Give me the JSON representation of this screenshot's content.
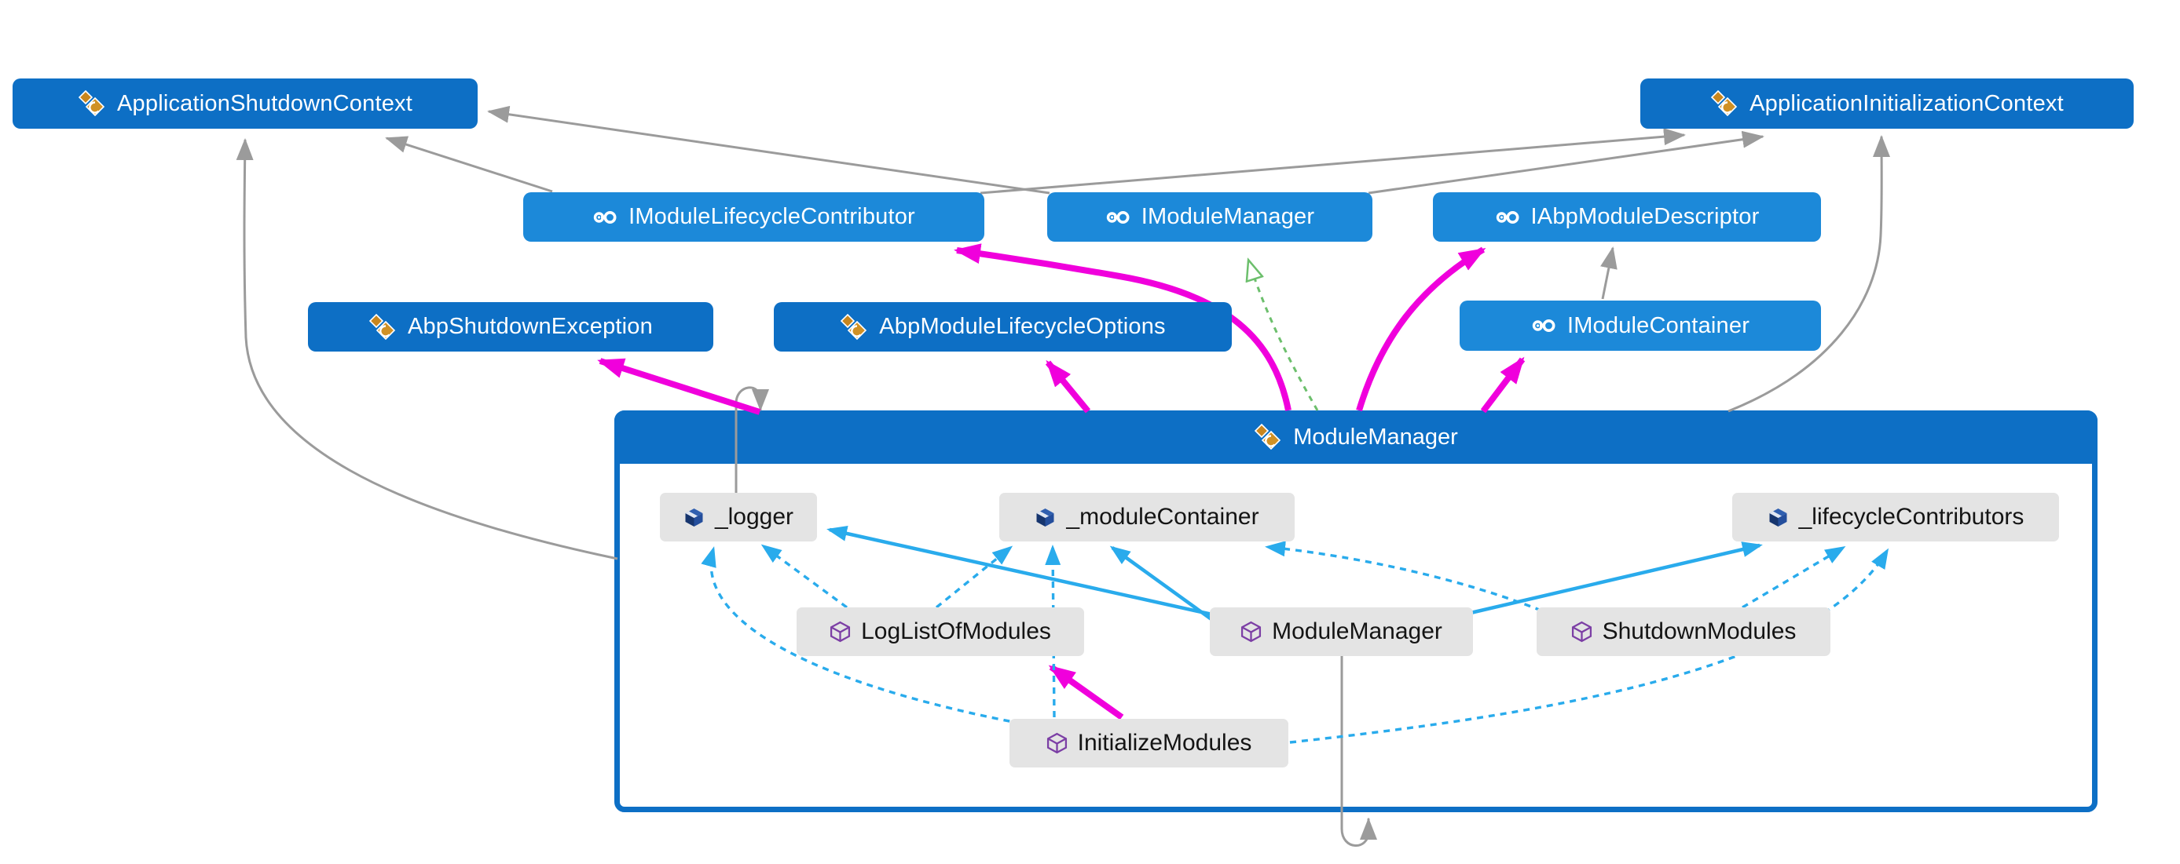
{
  "diagram": {
    "nodes": {
      "application_shutdown_context": {
        "label": "ApplicationShutdownContext",
        "kind": "class"
      },
      "application_initialization_context": {
        "label": "ApplicationInitializationContext",
        "kind": "class"
      },
      "imodule_lifecycle_contributor": {
        "label": "IModuleLifecycleContributor",
        "kind": "interface"
      },
      "imodule_manager": {
        "label": "IModuleManager",
        "kind": "interface"
      },
      "iabp_module_descriptor": {
        "label": "IAbpModuleDescriptor",
        "kind": "interface"
      },
      "abp_shutdown_exception": {
        "label": "AbpShutdownException",
        "kind": "class"
      },
      "abp_module_lifecycle_options": {
        "label": "AbpModuleLifecycleOptions",
        "kind": "class"
      },
      "imodule_container": {
        "label": "IModuleContainer",
        "kind": "interface"
      }
    },
    "group": {
      "label": "ModuleManager",
      "kind": "class",
      "fields": {
        "logger": {
          "label": "_logger"
        },
        "module_container": {
          "label": "_moduleContainer"
        },
        "lifecycle_contributors": {
          "label": "_lifecycleContributors"
        }
      },
      "methods": {
        "log_list_of_modules": {
          "label": "LogListOfModules"
        },
        "module_manager_ctor": {
          "label": "ModuleManager"
        },
        "shutdown_modules": {
          "label": "ShutdownModules"
        },
        "initialize_modules": {
          "label": "InitializeModules"
        }
      }
    },
    "edges": [
      {
        "from": "IModuleLifecycleContributor",
        "to": "ApplicationShutdownContext",
        "type": "reference",
        "color": "gray"
      },
      {
        "from": "IModuleManager",
        "to": "ApplicationShutdownContext",
        "type": "reference",
        "color": "gray"
      },
      {
        "from": "IModuleLifecycleContributor",
        "to": "ApplicationInitializationContext",
        "type": "reference",
        "color": "gray"
      },
      {
        "from": "IModuleManager",
        "to": "ApplicationInitializationContext",
        "type": "reference",
        "color": "gray"
      },
      {
        "from": "IModuleContainer",
        "to": "IAbpModuleDescriptor",
        "type": "reference",
        "color": "gray"
      },
      {
        "from": "ModuleManager",
        "to": "ApplicationShutdownContext",
        "type": "reference",
        "color": "gray"
      },
      {
        "from": "ModuleManager",
        "to": "ApplicationInitializationContext",
        "type": "reference",
        "color": "gray"
      },
      {
        "from": "_logger",
        "to": "ModuleManager",
        "type": "self-loop",
        "color": "gray"
      },
      {
        "from": "ModuleManager()",
        "to": "ModuleManager",
        "type": "self-loop",
        "color": "gray"
      },
      {
        "from": "ModuleManager",
        "to": "IModuleManager",
        "type": "implements",
        "color": "green"
      },
      {
        "from": "ModuleManager",
        "to": "AbpShutdownException",
        "type": "reference",
        "color": "magenta"
      },
      {
        "from": "ModuleManager",
        "to": "AbpModuleLifecycleOptions",
        "type": "reference",
        "color": "magenta"
      },
      {
        "from": "ModuleManager",
        "to": "IModuleLifecycleContributor",
        "type": "reference",
        "color": "magenta"
      },
      {
        "from": "ModuleManager",
        "to": "IAbpModuleDescriptor",
        "type": "reference",
        "color": "magenta"
      },
      {
        "from": "ModuleManager",
        "to": "IModuleContainer",
        "type": "reference",
        "color": "magenta"
      },
      {
        "from": "InitializeModules",
        "to": "LogListOfModules",
        "type": "call",
        "color": "magenta"
      },
      {
        "from": "ModuleManager()",
        "to": "_logger",
        "type": "reference",
        "color": "blue-solid"
      },
      {
        "from": "ModuleManager()",
        "to": "_moduleContainer",
        "type": "reference",
        "color": "blue-solid"
      },
      {
        "from": "ModuleManager()",
        "to": "_lifecycleContributors",
        "type": "reference",
        "color": "blue-solid"
      },
      {
        "from": "LogListOfModules",
        "to": "_logger",
        "type": "read",
        "color": "blue-dashed"
      },
      {
        "from": "LogListOfModules",
        "to": "_moduleContainer",
        "type": "read",
        "color": "blue-dashed"
      },
      {
        "from": "ShutdownModules",
        "to": "_moduleContainer",
        "type": "read",
        "color": "blue-dashed"
      },
      {
        "from": "ShutdownModules",
        "to": "_lifecycleContributors",
        "type": "read",
        "color": "blue-dashed"
      },
      {
        "from": "InitializeModules",
        "to": "_logger",
        "type": "read",
        "color": "blue-dashed"
      },
      {
        "from": "InitializeModules",
        "to": "_moduleContainer",
        "type": "read",
        "color": "blue-dashed"
      },
      {
        "from": "InitializeModules",
        "to": "_lifecycleContributors",
        "type": "read",
        "color": "blue-dashed"
      }
    ],
    "colors": {
      "class_node": "#0d6fc5",
      "interface_node": "#1c89d9",
      "member_node": "#e4e4e4",
      "edge_gray": "#9b9b9b",
      "edge_magenta": "#f000dc",
      "edge_blue": "#29abec",
      "edge_green": "#6cbf6c",
      "class_icon_amber": "#c8861e",
      "method_icon_purple": "#7c3fa5",
      "field_icon_navy": "#1a3c7e"
    },
    "icons": {
      "class": "class-icon",
      "interface": "interface-icon",
      "field": "field-icon",
      "method": "method-icon"
    }
  }
}
